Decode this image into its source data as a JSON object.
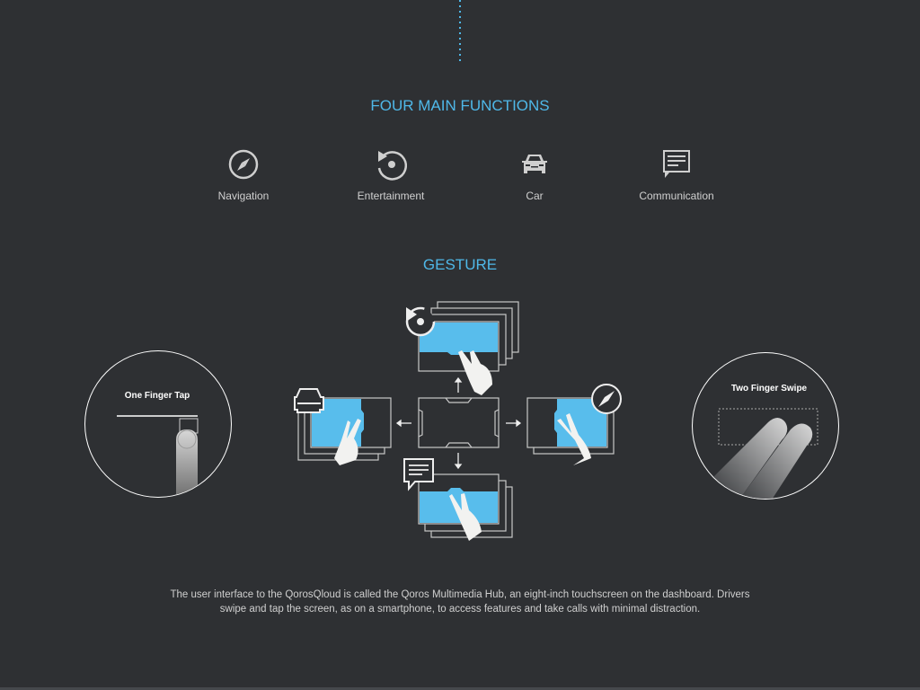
{
  "sections": {
    "functions_title": "FOUR MAIN FUNCTIONS",
    "gesture_title": "GESTURE"
  },
  "functions": [
    {
      "label": "Navigation",
      "icon": "compass-icon"
    },
    {
      "label": "Entertainment",
      "icon": "media-play-icon"
    },
    {
      "label": "Car",
      "icon": "car-icon"
    },
    {
      "label": "Communication",
      "icon": "message-icon"
    }
  ],
  "gestures": {
    "left": "One Finger Tap",
    "right": "Two Finger Swipe"
  },
  "caption": {
    "line1": "The user interface to the QorosQloud is called the Qoros Multimedia Hub, an eight-inch touchscreen on the dashboard. Drivers",
    "line2": "swipe and tap the screen, as on a smartphone, to access features and take calls with minimal distraction."
  },
  "colors": {
    "accent": "#4fb8e8",
    "screen": "#58bdec",
    "background": "#2e3033"
  }
}
